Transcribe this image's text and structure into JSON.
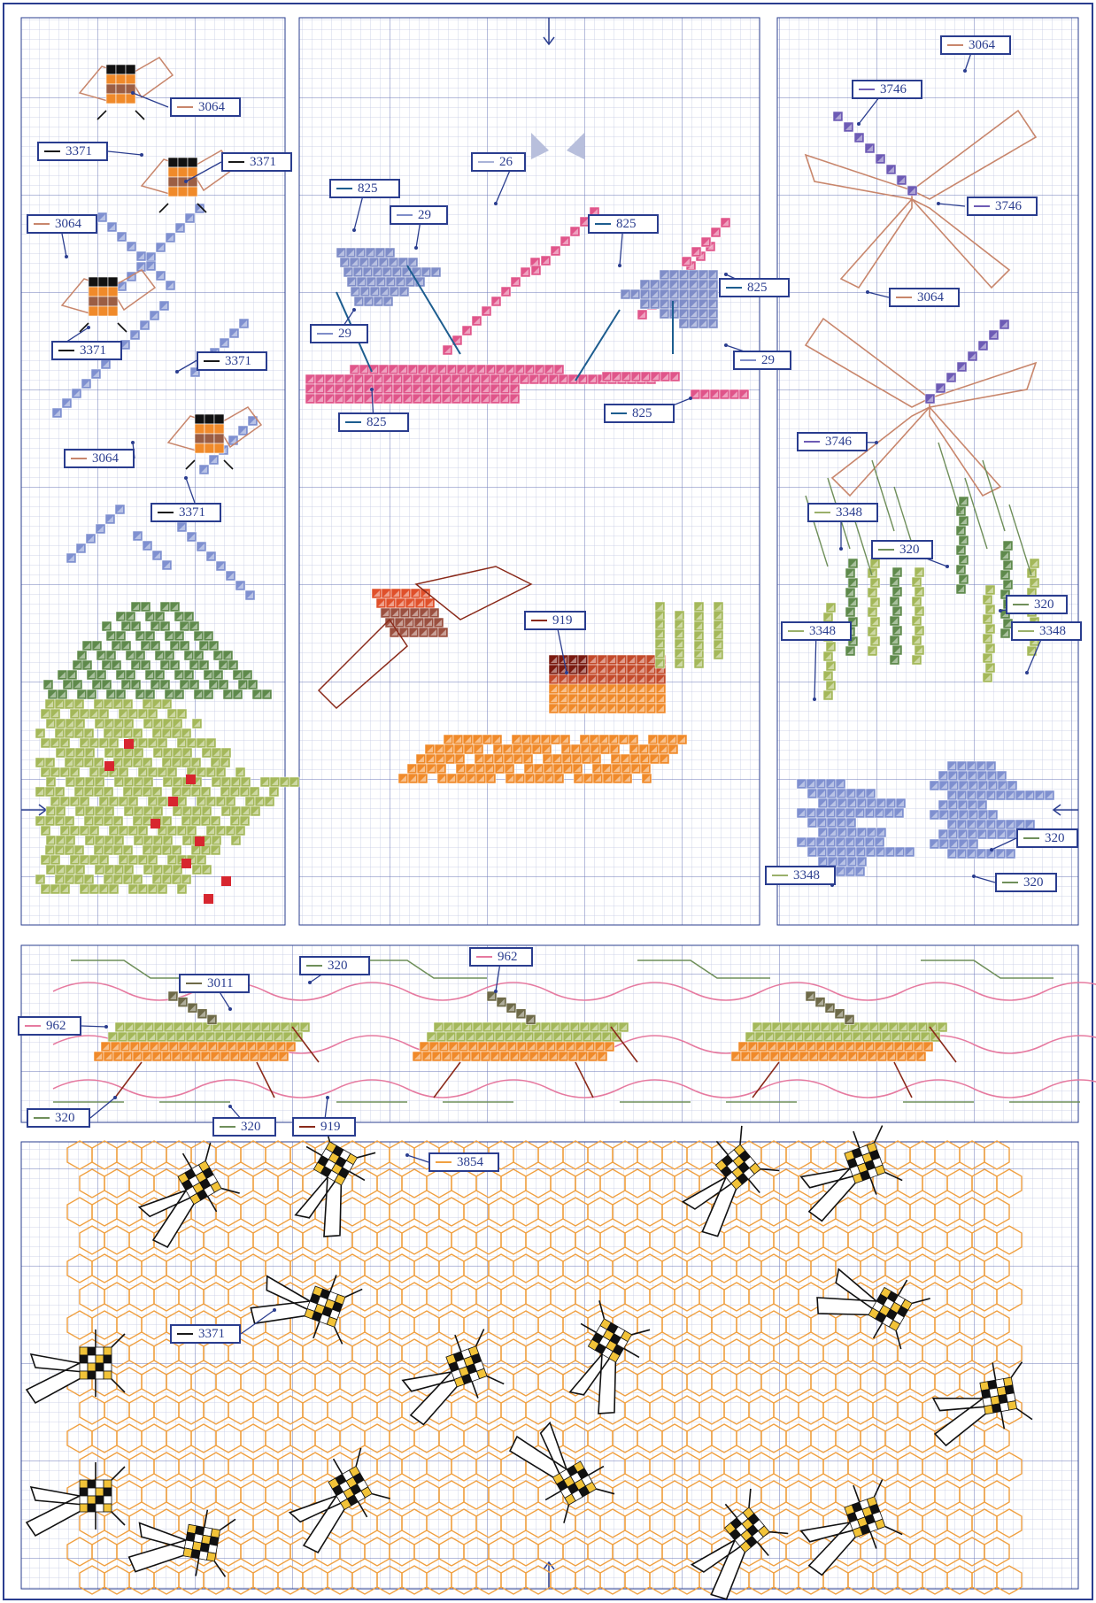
{
  "colors": {
    "frame": "#2a3d8f",
    "grid_minor": "#b9c1df",
    "grid_major": "#6b78b8",
    "c3064": "#c8866c",
    "c3371": "#1a1a1a",
    "c3746": "#6d5bb5",
    "c825": "#1d5d8f",
    "c29": "#7f8dc8",
    "c26": "#a9b3d8",
    "c919": "#8a2a1a",
    "c320": "#6f8f5a",
    "c3348": "#9ab06a",
    "c962": "#e67aa0",
    "c3011": "#6e6a48",
    "c3854": "#f0a040",
    "pink": "#e0558a",
    "orange": "#f08a2a",
    "blue_stitch": "#7f90d0",
    "green_dark": "#5f8a4c",
    "green_light": "#a4b85a",
    "brown": "#9b5e44",
    "yellow": "#f2c338"
  },
  "labels": [
    {
      "id": "l1",
      "text": "3064",
      "swatch": "c3064"
    },
    {
      "id": "l2",
      "text": "3371",
      "swatch": "c3371"
    },
    {
      "id": "l3",
      "text": "3371",
      "swatch": "c3371"
    },
    {
      "id": "l4",
      "text": "3064",
      "swatch": "c3064"
    },
    {
      "id": "l5",
      "text": "3371",
      "swatch": "c3371"
    },
    {
      "id": "l6",
      "text": "3371",
      "swatch": "c3371"
    },
    {
      "id": "l7",
      "text": "3064",
      "swatch": "c3064"
    },
    {
      "id": "l8",
      "text": "3371",
      "swatch": "c3371"
    },
    {
      "id": "l9",
      "text": "26",
      "swatch": "c26"
    },
    {
      "id": "l10",
      "text": "825",
      "swatch": "c825"
    },
    {
      "id": "l11",
      "text": "29",
      "swatch": "c29"
    },
    {
      "id": "l12",
      "text": "825",
      "swatch": "c825"
    },
    {
      "id": "l13",
      "text": "825",
      "swatch": "c825"
    },
    {
      "id": "l14",
      "text": "29",
      "swatch": "c29"
    },
    {
      "id": "l15",
      "text": "29",
      "swatch": "c29"
    },
    {
      "id": "l16",
      "text": "825",
      "swatch": "c825"
    },
    {
      "id": "l17",
      "text": "825",
      "swatch": "c825"
    },
    {
      "id": "l18",
      "text": "3064",
      "swatch": "c3064"
    },
    {
      "id": "l19",
      "text": "3746",
      "swatch": "c3746"
    },
    {
      "id": "l20",
      "text": "3746",
      "swatch": "c3746"
    },
    {
      "id": "l21",
      "text": "3064",
      "swatch": "c3064"
    },
    {
      "id": "l22",
      "text": "3746",
      "swatch": "c3746"
    },
    {
      "id": "l23",
      "text": "3348",
      "swatch": "c3348"
    },
    {
      "id": "l24",
      "text": "320",
      "swatch": "c320"
    },
    {
      "id": "l25",
      "text": "320",
      "swatch": "c320"
    },
    {
      "id": "l26",
      "text": "3348",
      "swatch": "c3348"
    },
    {
      "id": "l27",
      "text": "3348",
      "swatch": "c3348"
    },
    {
      "id": "l28",
      "text": "320",
      "swatch": "c320"
    },
    {
      "id": "l29",
      "text": "3348",
      "swatch": "c3348"
    },
    {
      "id": "l30",
      "text": "320",
      "swatch": "c320"
    },
    {
      "id": "l31",
      "text": "919",
      "swatch": "c919"
    },
    {
      "id": "l32",
      "text": "320",
      "swatch": "c320"
    },
    {
      "id": "l33",
      "text": "962",
      "swatch": "c962"
    },
    {
      "id": "l34",
      "text": "3011",
      "swatch": "c3011"
    },
    {
      "id": "l35",
      "text": "962",
      "swatch": "c962"
    },
    {
      "id": "l36",
      "text": "320",
      "swatch": "c320"
    },
    {
      "id": "l37",
      "text": "320",
      "swatch": "c320"
    },
    {
      "id": "l38",
      "text": "919",
      "swatch": "c919"
    },
    {
      "id": "l39",
      "text": "3854",
      "swatch": "c3854"
    },
    {
      "id": "l40",
      "text": "3371",
      "swatch": "c3371"
    }
  ],
  "symbols": {
    "bee_marker": "N"
  }
}
